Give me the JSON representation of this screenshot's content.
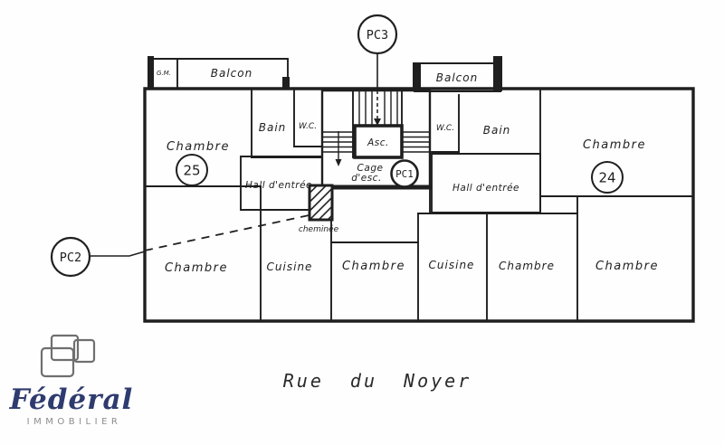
{
  "colors": {
    "ink": "#1f1f1f",
    "logo_blue": "#2e3b6e",
    "logo_gray": "#8c8c8c"
  },
  "plan": {
    "street_label": "Rue du Noyer",
    "markers": {
      "pc1": "PC1",
      "pc2": "PC2",
      "pc3": "PC3"
    },
    "apartments": {
      "left_number": "25",
      "right_number": "24"
    },
    "labels": {
      "bedroom": "Chambre",
      "kitchen": "Cuisine",
      "bathroom": "Bain",
      "wc": "W.C.",
      "hall": "Hall d'entrée",
      "balcony": "Balcon",
      "gm_closet": "G.M.",
      "elevator": "Asc.",
      "stair_cage_line1": "Cage",
      "stair_cage_line2": "d'esc.",
      "chimney": "cheminée"
    }
  },
  "logo": {
    "brand": "Fédéral",
    "subtitle": "IMMOBILIER"
  }
}
